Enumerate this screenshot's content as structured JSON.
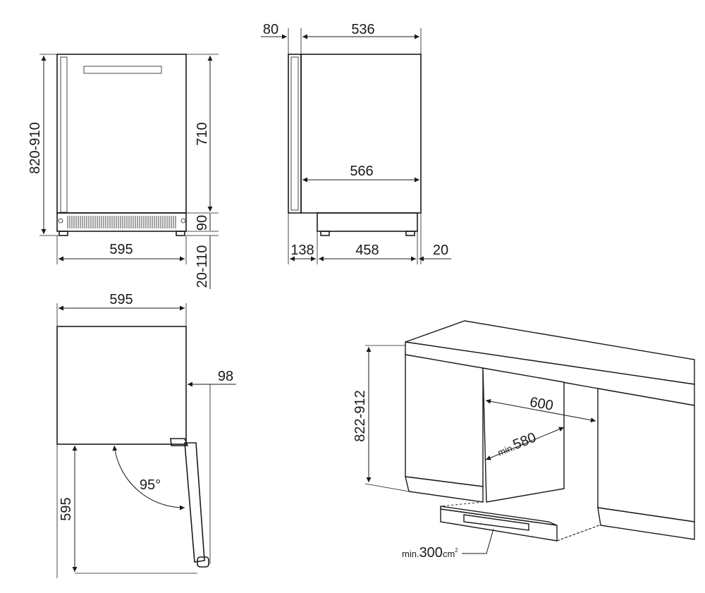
{
  "front_view": {
    "height_total": "820-910",
    "height_body": "710",
    "height_plinth": "90",
    "height_feet": "20-110",
    "width": "595"
  },
  "side_view": {
    "handle_depth": "80",
    "body_depth": "536",
    "depth_total": "566",
    "front_offset": "138",
    "base_depth": "458",
    "rear_offset": "20"
  },
  "top_view": {
    "width": "595",
    "side_clearance": "98",
    "door_swing": "595",
    "opening_angle": "95°"
  },
  "installation": {
    "niche_height": "822-912",
    "niche_width": "600",
    "niche_depth_prefix": "min.",
    "niche_depth": "580",
    "vent_prefix": "min.",
    "vent_area": "300",
    "vent_unit": "cm",
    "vent_unit_sup": "2"
  }
}
